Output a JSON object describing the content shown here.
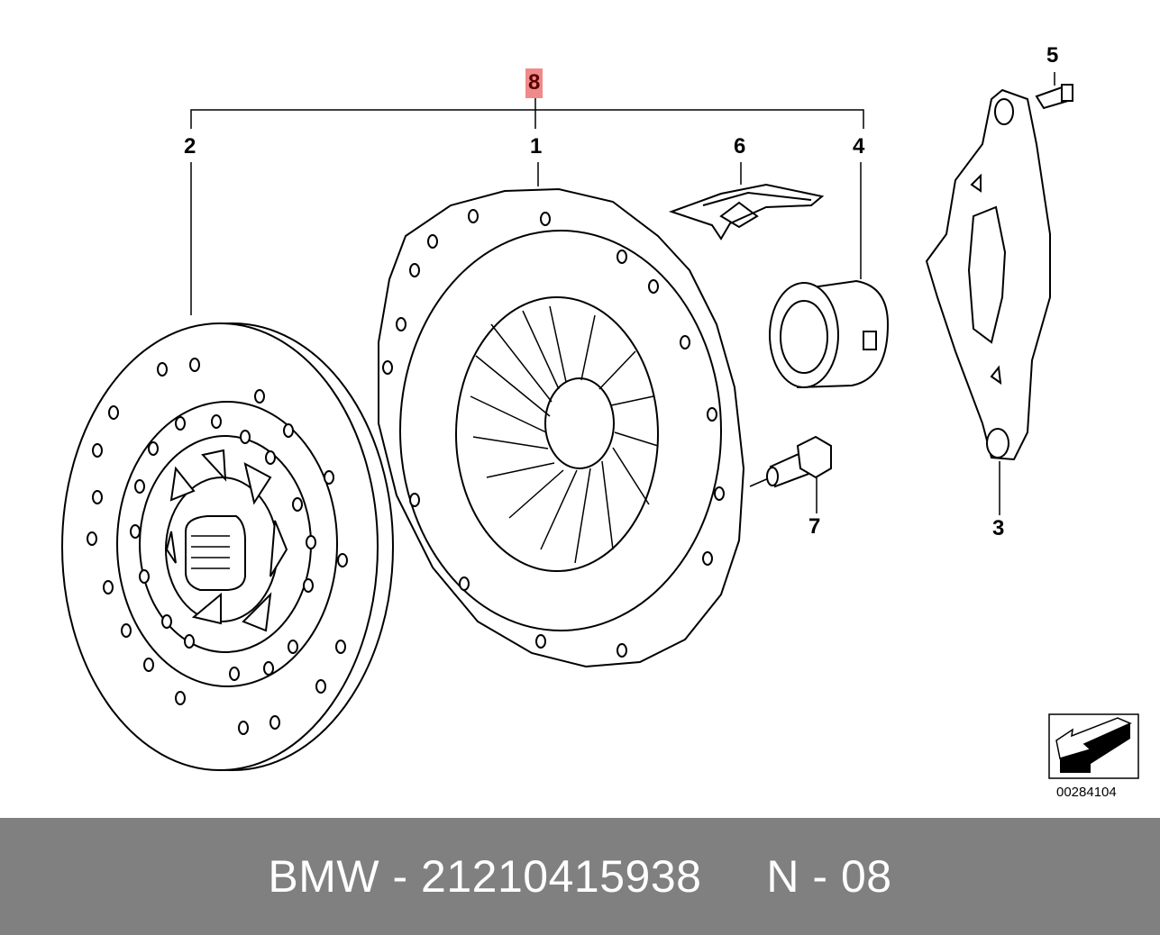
{
  "diagram": {
    "callouts": {
      "c8": "8",
      "c1": "1",
      "c2": "2",
      "c3": "3",
      "c4": "4",
      "c5": "5",
      "c6": "6",
      "c7": "7"
    },
    "reference_number": "00284104",
    "icons": {
      "orientation": "direction-arrow-icon"
    }
  },
  "footer": {
    "brand": "BMW",
    "part_number": "21210415938",
    "page_code": "N - 08"
  },
  "colors": {
    "highlight": "#f08a8a",
    "footer_background": "#808080",
    "footer_text": "#ffffff"
  }
}
